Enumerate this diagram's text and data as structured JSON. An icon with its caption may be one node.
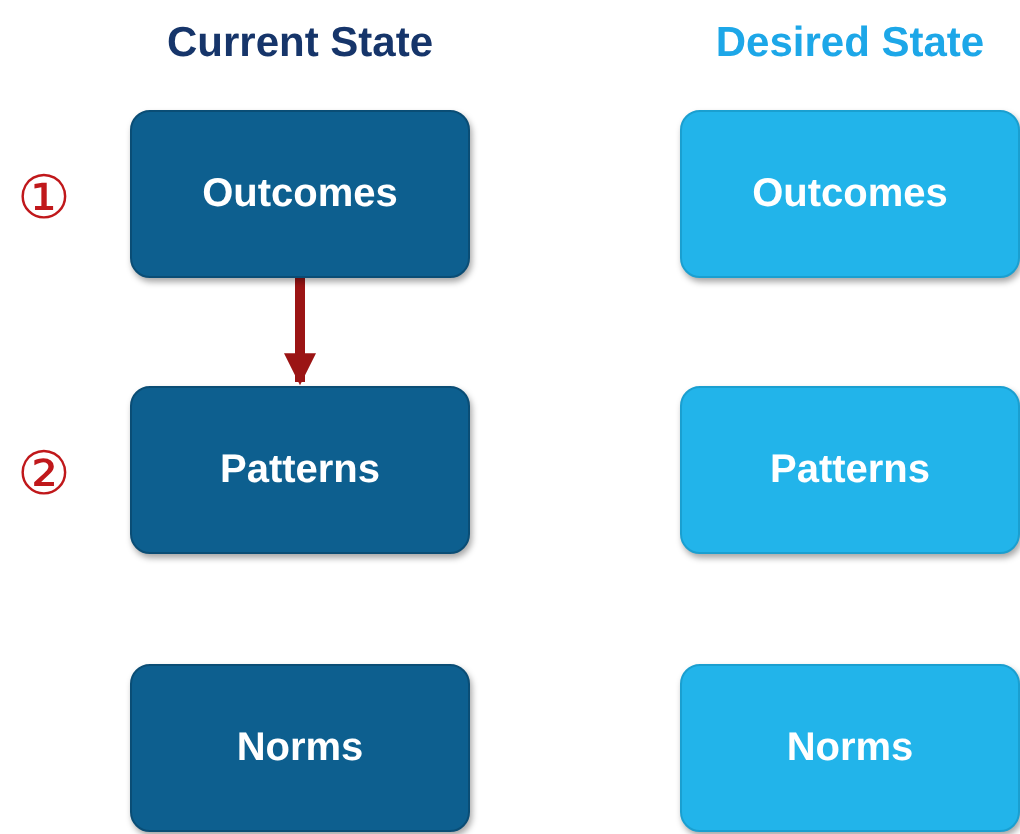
{
  "diagram": {
    "nodes": [
      {
        "text": [
          "Outcomes"
        ]
      },
      {
        "text": [
          "Outcomes"
        ]
      },
      {
        "text": [
          "Patterns"
        ]
      },
      {
        "text": [
          "Patterns"
        ]
      },
      {
        "text": [
          "Norms"
        ]
      },
      {
        "text": [
          "Norms"
        ]
      }
    ],
    "edges": [
      {
        "from": 0,
        "to": 2,
        "arrow": "to"
      }
    ],
    "labels": [
      "Current State",
      "Desired State",
      "①",
      "②"
    ]
  }
}
